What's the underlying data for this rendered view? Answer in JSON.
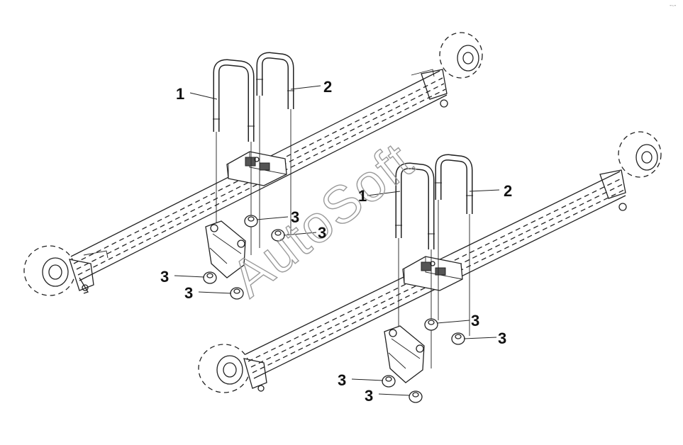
{
  "callouts": {
    "a1": "1",
    "a2": "2",
    "a3a": "3",
    "a3b": "3",
    "a3c": "3",
    "a3d": "3",
    "b1": "1",
    "b2": "2",
    "b3a": "3",
    "b3b": "3",
    "b3c": "3",
    "b3d": "3"
  },
  "watermark": "AutoSoft",
  "corner_mark": "-˴-"
}
